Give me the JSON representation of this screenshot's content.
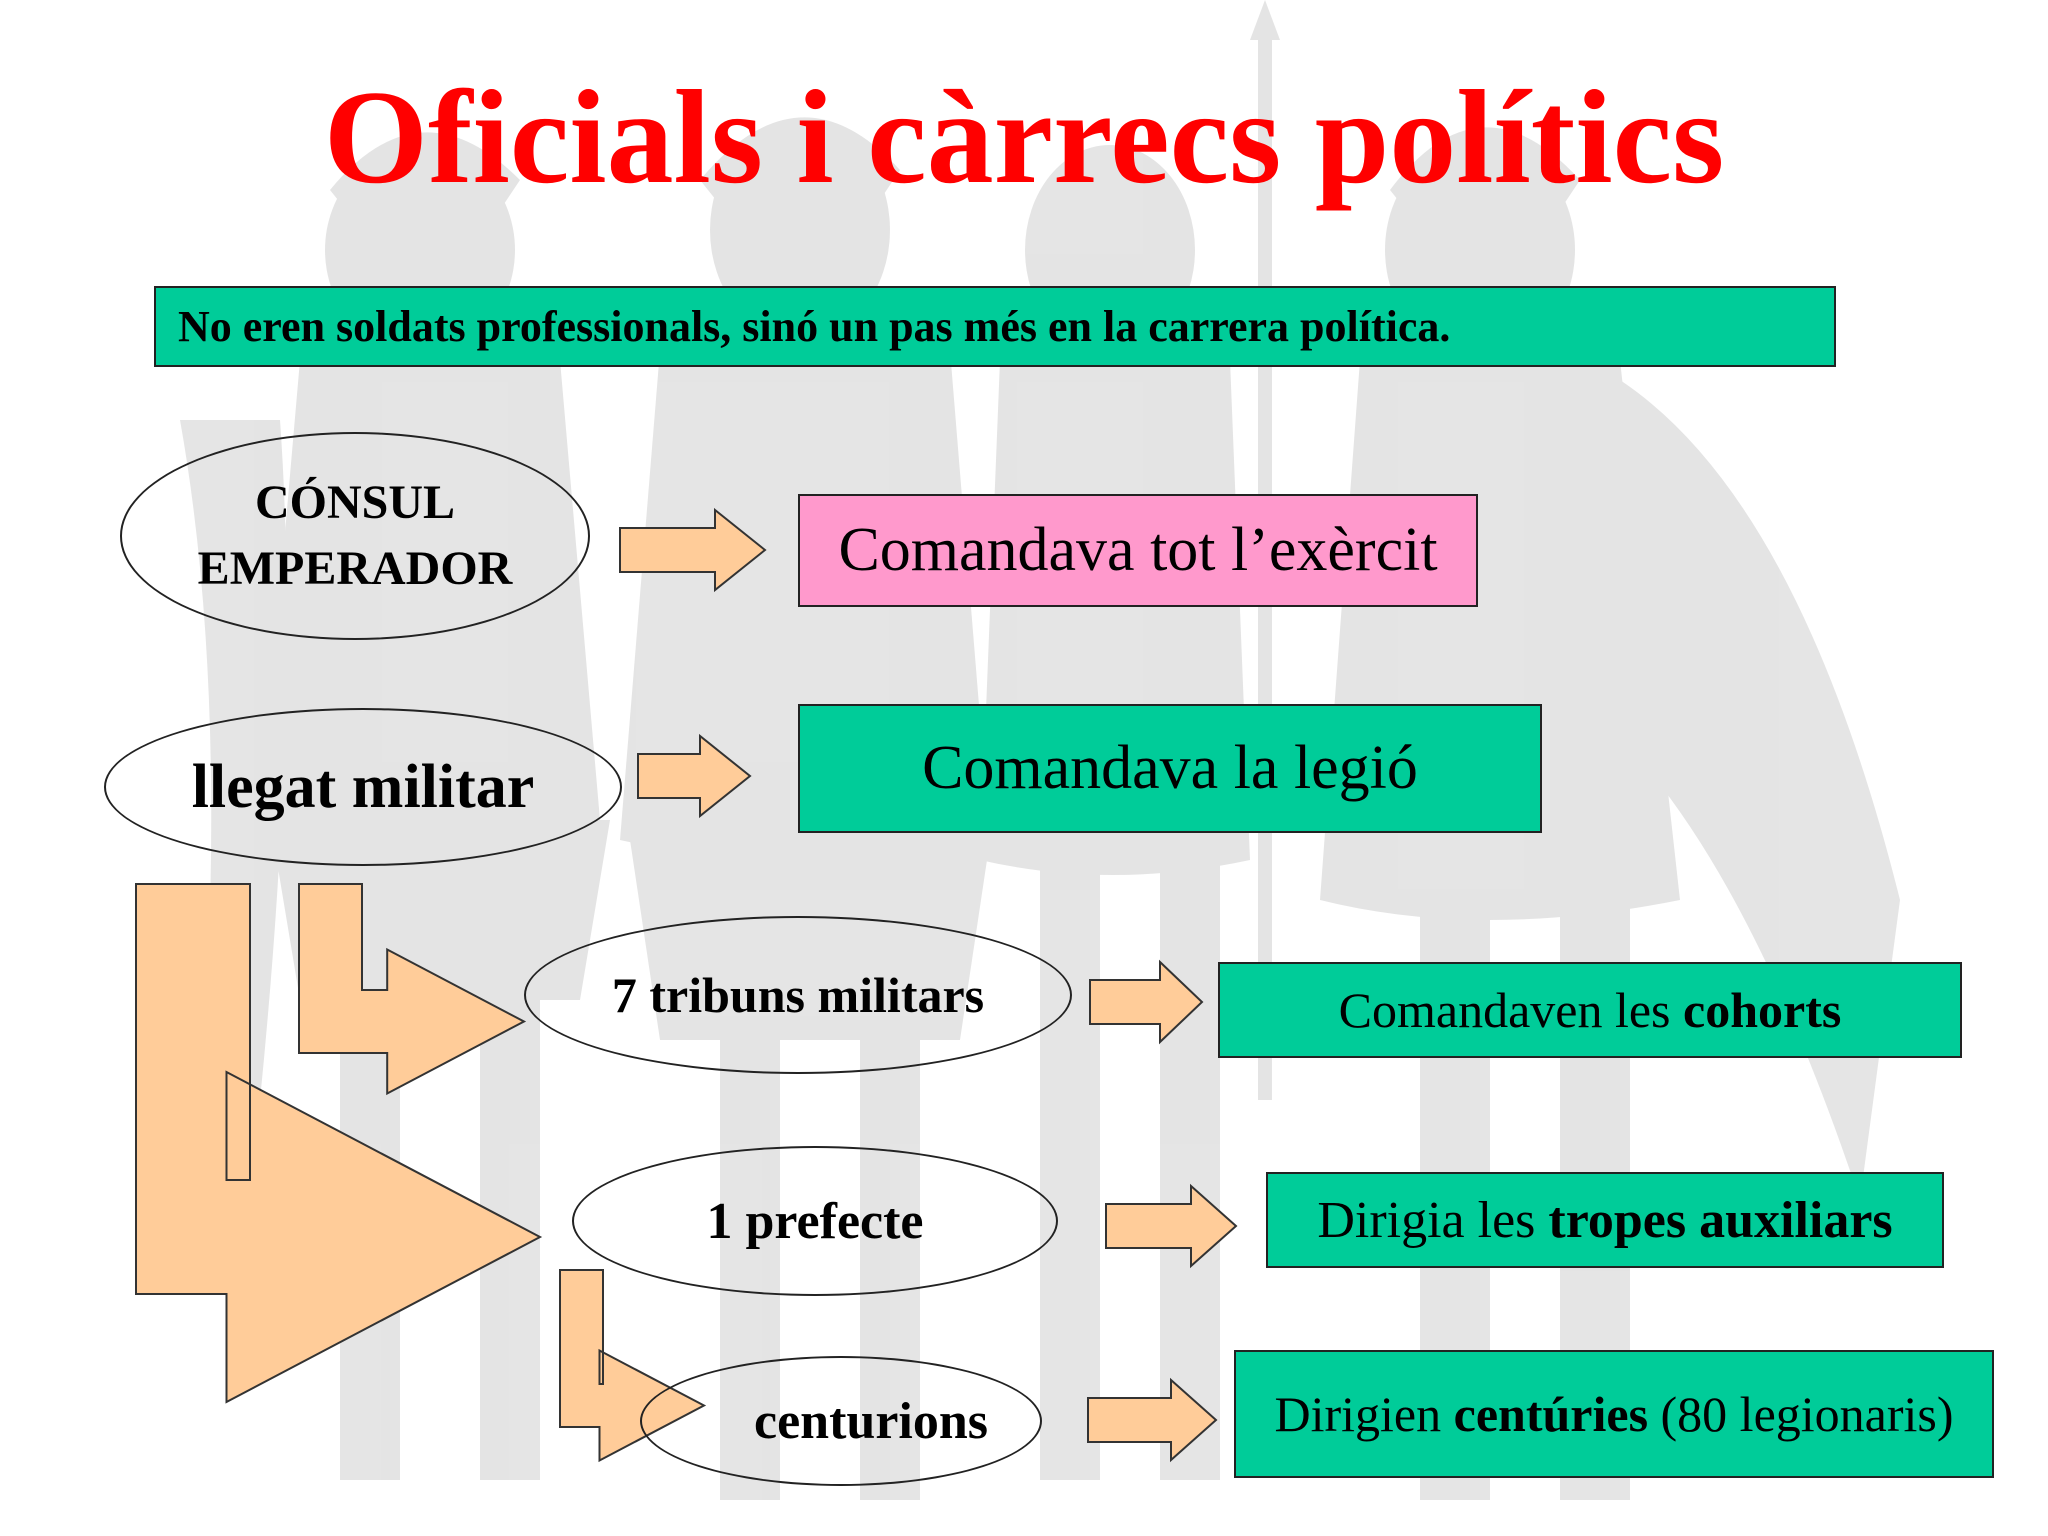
{
  "title": "Oficials i càrrecs polítics",
  "intro_note": "No eren soldats professionals, sinó un pas més en la carrera política.",
  "ranks": [
    {
      "oval_lines": [
        "CÓNSUL",
        "EMPERADOR"
      ],
      "oval_color": "#ff99cc",
      "role": {
        "text": "Comandava tot l’exèrcit"
      },
      "role_color": "#ff99cc"
    },
    {
      "oval_lines": [
        "llegat militar"
      ],
      "oval_color": "#00cc99",
      "role": {
        "text": "Comandava la legió"
      },
      "role_color": "#00cc99"
    },
    {
      "oval_lines": [
        "7 tribuns militars"
      ],
      "oval_color": "#00cc99",
      "role": {
        "before": "Comandaven les ",
        "bold": "cohorts",
        "after": ""
      },
      "role_color": "#00cc99"
    },
    {
      "oval_lines": [
        "1 prefecte"
      ],
      "oval_color": "#00cc99",
      "role": {
        "before": "Dirigia les ",
        "bold": "tropes auxiliars",
        "after": ""
      },
      "role_color": "#00cc99"
    },
    {
      "oval_lines": [
        "centurions"
      ],
      "oval_color": "#00cc99",
      "role": {
        "before": "Dirigien ",
        "bold": "centúries",
        "after": " (80 legionaris)"
      },
      "role_color": "#00cc99"
    }
  ],
  "colors": {
    "title": "#ff0000",
    "teal": "#00cc99",
    "pink": "#ff99cc",
    "arrow": "#ffcc99"
  }
}
